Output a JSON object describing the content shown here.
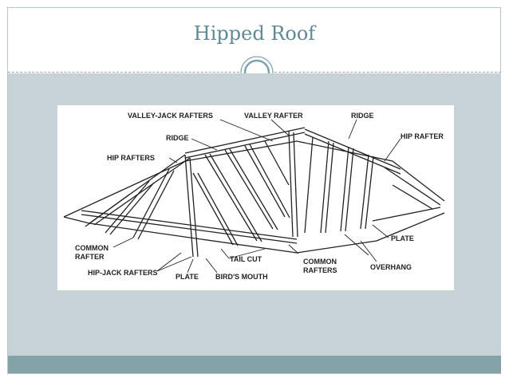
{
  "slide": {
    "title": "Hipped Roof"
  },
  "diagram": {
    "labels": {
      "valley_jack_rafters": "VALLEY-JACK RAFTERS",
      "valley_rafter": "VALLEY RAFTER",
      "ridge_top": "RIDGE",
      "ridge_left": "RIDGE",
      "hip_rafter": "HIP RAFTER",
      "hip_rafters": "HIP RAFTERS",
      "common_rafter_1": "COMMON",
      "common_rafter_2": "RAFTER",
      "plate_right": "PLATE",
      "common_rafters_1": "COMMON",
      "common_rafters_2": "RAFTERS",
      "overhang": "OVERHANG",
      "tail_cut": "TAIL CUT",
      "hip_jack_rafters": "HIP-JACK RAFTERS",
      "plate_bottom": "PLATE",
      "birds_mouth": "BIRD'S MOUTH"
    }
  },
  "colors": {
    "accent": "#5f8a93",
    "panel": "#c7d2d7",
    "footer": "#84a3a8"
  }
}
